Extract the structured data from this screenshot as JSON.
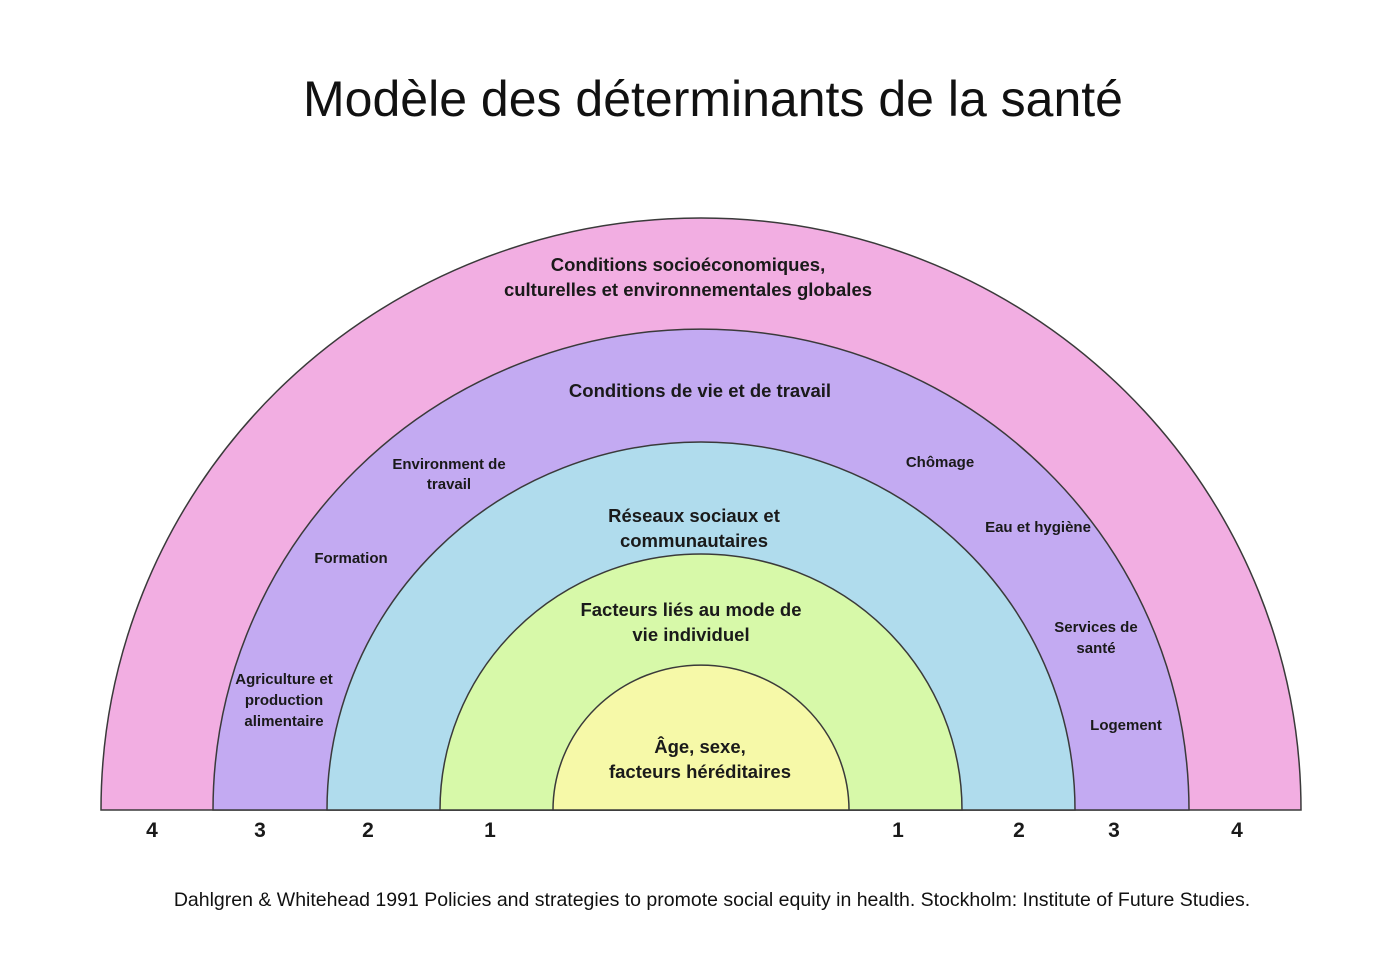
{
  "title": "Modèle des déterminants de la santé",
  "colors": {
    "layer4": "#f2aee2",
    "layer3": "#c3aaf2",
    "layer2": "#b0dced",
    "layer1": "#d7f9a9",
    "core": "#f6f9a8",
    "stroke": "#3a3a3a"
  },
  "layers": {
    "layer4": [
      "Conditions socioéconomiques,",
      "culturelles et environnementales globales"
    ],
    "layer3": [
      "Conditions de vie et de travail"
    ],
    "layer2": [
      "Réseaux sociaux et",
      "communautaires"
    ],
    "layer1": [
      "Facteurs liés au mode de",
      "vie individuel"
    ],
    "core": [
      "Âge, sexe,",
      "facteurs héréditaires"
    ]
  },
  "sectors": {
    "environnement": [
      "Environment de",
      "travail"
    ],
    "formation": "Formation",
    "agriculture": [
      "Agriculture et",
      "production",
      "alimentaire"
    ],
    "chomage": "Chômage",
    "eau": "Eau et hygiène",
    "services": [
      "Services de",
      "santé"
    ],
    "logement": "Logement"
  },
  "numbers_left": [
    "4",
    "3",
    "2",
    "1"
  ],
  "numbers_right": [
    "1",
    "2",
    "3",
    "4"
  ],
  "citation": "Dahlgren & Whitehead 1991 Policies and strategies to promote social equity in health. Stockholm: Institute of Future Studies."
}
